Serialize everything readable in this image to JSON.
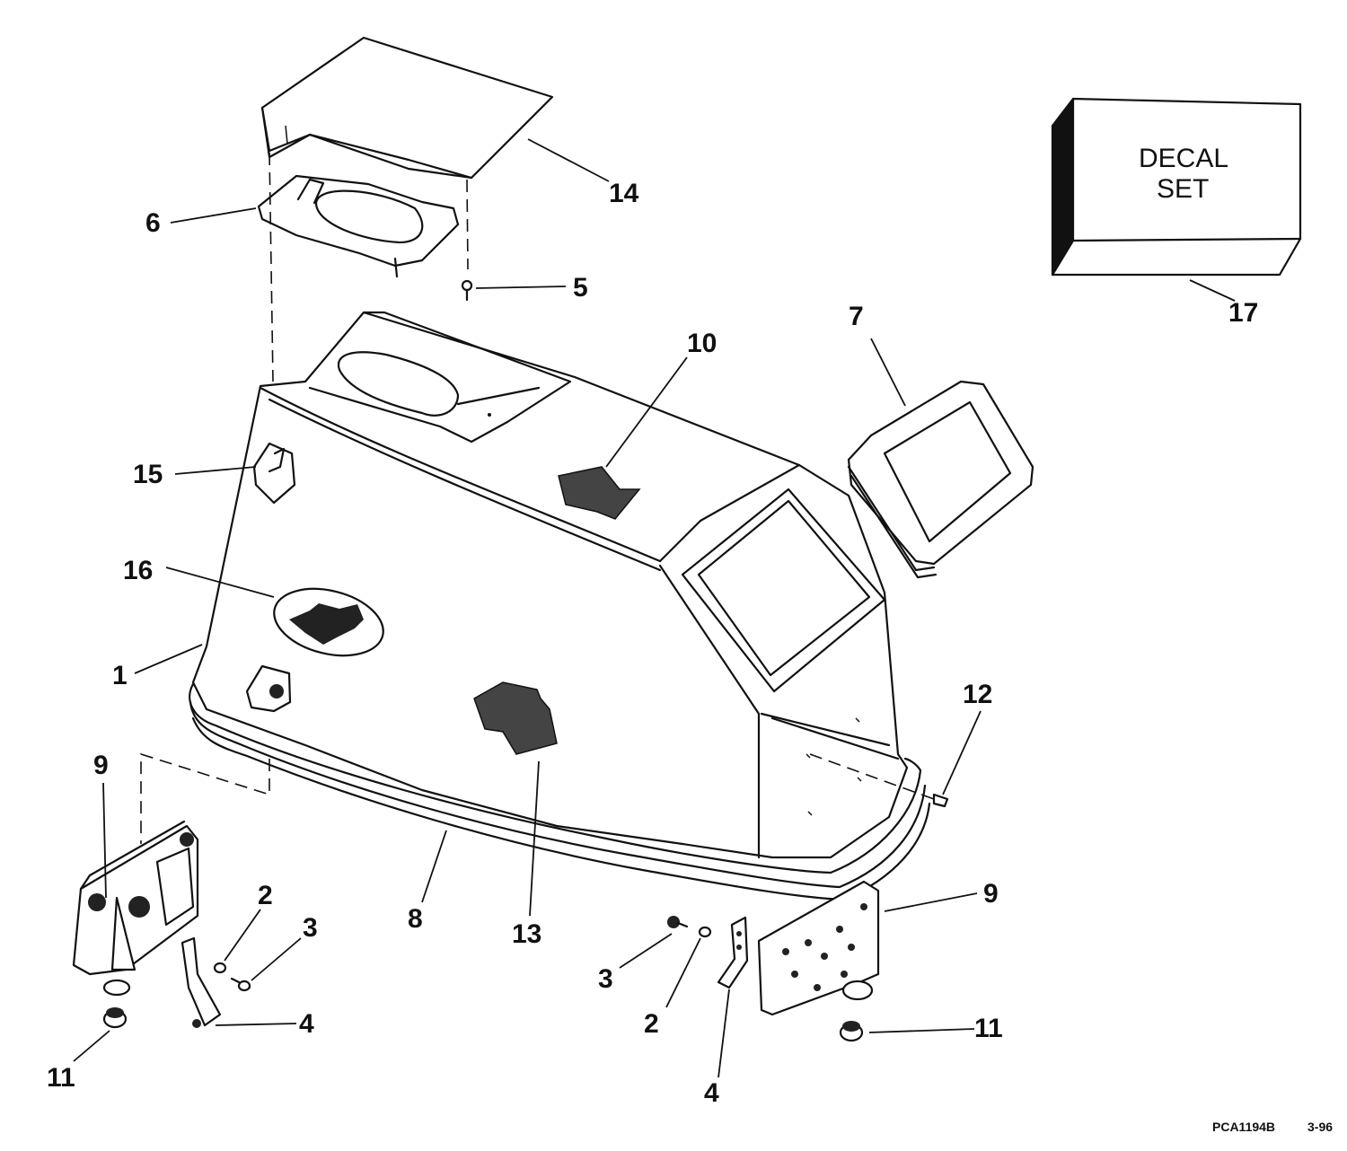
{
  "decal": {
    "line1": "DECAL",
    "line2": "SET"
  },
  "callouts": {
    "c1": "1",
    "c2a": "2",
    "c2b": "2",
    "c3a": "3",
    "c3b": "3",
    "c4a": "4",
    "c4b": "4",
    "c5": "5",
    "c6": "6",
    "c7": "7",
    "c8": "8",
    "c9a": "9",
    "c9b": "9",
    "c10": "10",
    "c11a": "11",
    "c11b": "11",
    "c12": "12",
    "c13": "13",
    "c14": "14",
    "c15": "15",
    "c16": "16",
    "c17": "17"
  },
  "footer": {
    "part_code": "PCA1194B",
    "date_code": "3-96"
  }
}
